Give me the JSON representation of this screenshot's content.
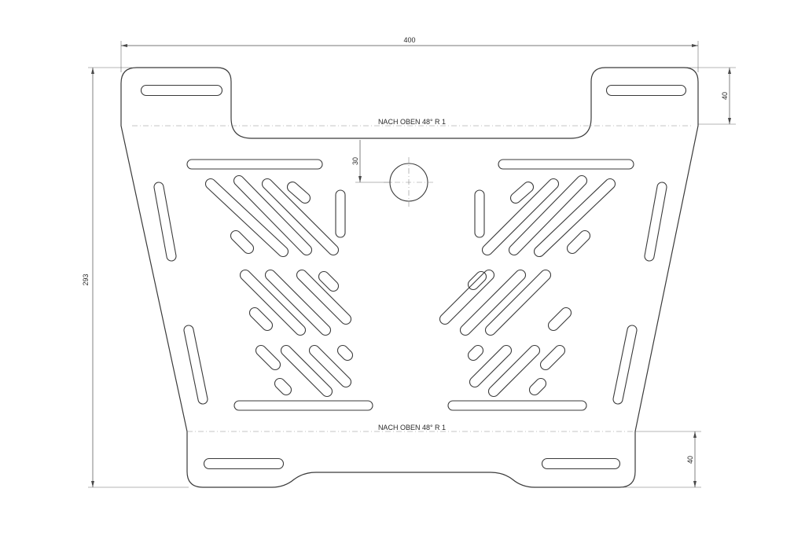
{
  "dimensions": {
    "width": "400",
    "height": "293",
    "top_tab": "40",
    "bottom_tab": "40",
    "hole_offset": "30"
  },
  "notes": {
    "bend_top": "NACH OBEN  48°  R 1",
    "bend_bottom": "NACH OBEN  48°  R 1"
  },
  "colors": {
    "line": "#3a3a3a",
    "dimension": "#4a4a4a",
    "centerline": "#8a8a8a"
  }
}
